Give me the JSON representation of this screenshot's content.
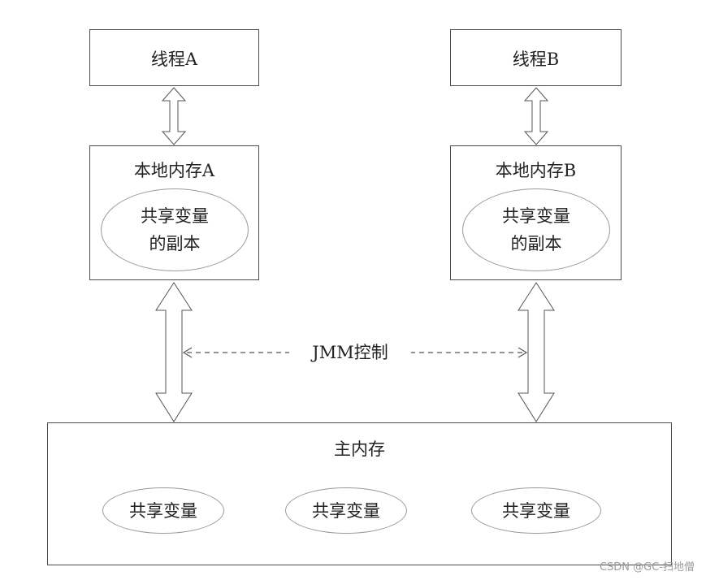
{
  "thread_a": {
    "label": "线程A"
  },
  "thread_b": {
    "label": "线程B"
  },
  "local_a": {
    "label": "本地内存A",
    "copy_line1": "共享变量",
    "copy_line2": "的副本"
  },
  "local_b": {
    "label": "本地内存B",
    "copy_line1": "共享变量",
    "copy_line2": "的副本"
  },
  "jmm": {
    "label": "JMM控制"
  },
  "main_memory": {
    "label": "主内存",
    "vars": [
      "共享变量",
      "共享变量",
      "共享变量"
    ]
  },
  "watermark": "CSDN @GC-扫地僧"
}
